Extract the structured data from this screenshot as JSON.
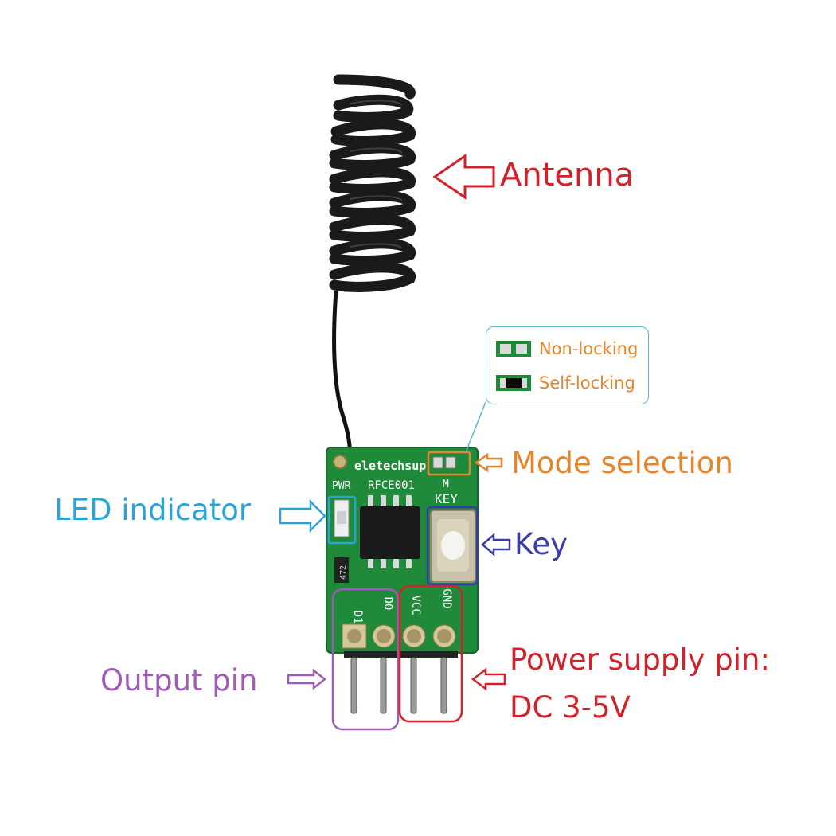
{
  "labels": {
    "antenna": "Antenna",
    "mode_selection": "Mode selection",
    "led_indicator": "LED indicator",
    "key": "Key",
    "output_pin": "Output pin",
    "power_supply_line1": "Power supply pin:",
    "power_supply_line2": "DC 3-5V"
  },
  "legend": {
    "non_locking": "Non-locking",
    "self_locking": "Self-locking"
  },
  "board": {
    "brand": "eletechsup",
    "model": "RFCE001",
    "pwr": "PWR",
    "m": "M",
    "key": "KEY",
    "resistor": "472",
    "pins": [
      "D1",
      "D0",
      "VCC",
      "GND"
    ]
  },
  "colors": {
    "antenna": "#d42028",
    "mode": "#e8852a",
    "led": "#2ba3d6",
    "key": "#3a3aa8",
    "output": "#a05bb8",
    "power": "#d42028",
    "legend_border": "#5ab8c8",
    "pcb": "#1f8a3a"
  }
}
